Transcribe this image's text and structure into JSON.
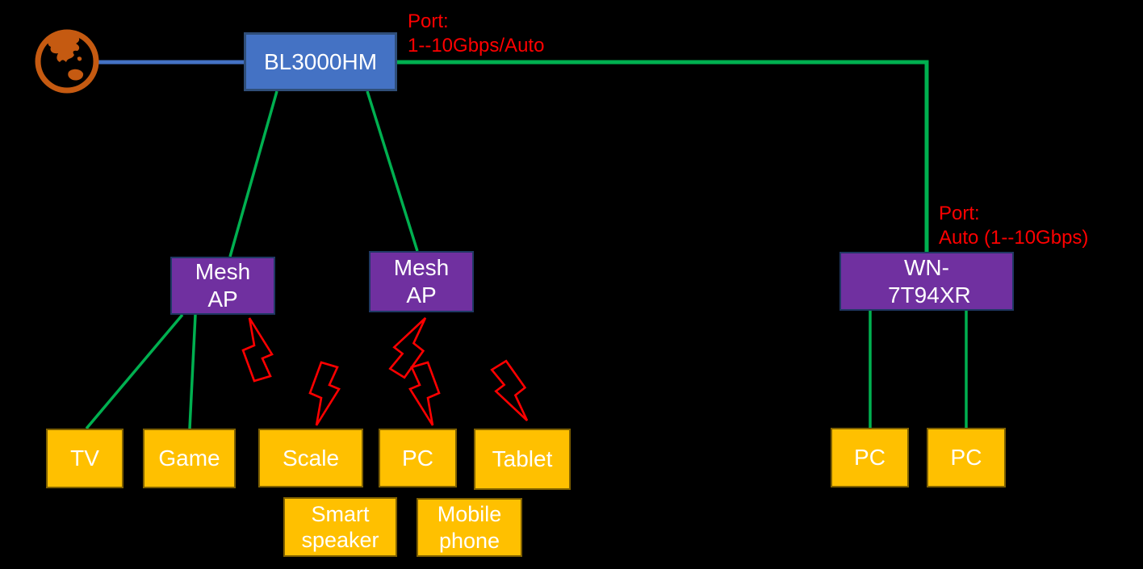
{
  "colors": {
    "background": "#000000",
    "router_fill": "#4472C4",
    "router_border": "#2F4E79",
    "ap_fill": "#7030A0",
    "ap_border": "#203864",
    "device_fill": "#FFC000",
    "device_border": "#7F6000",
    "wired_link": "#00B050",
    "wan_link": "#4472C4",
    "wireless": "#FF0000",
    "internet": "#C55A11",
    "node_text": "#FFFFFF"
  },
  "nodes": {
    "router": {
      "label": "BL3000HM"
    },
    "mesh_ap_left": {
      "label": "Mesh AP"
    },
    "mesh_ap_right": {
      "label": "Mesh AP"
    },
    "switch": {
      "label": "WN-7T94XR"
    },
    "tv": {
      "label": "TV"
    },
    "game": {
      "label": "Game"
    },
    "scale": {
      "label": "Scale"
    },
    "pc_center": {
      "label": "PC"
    },
    "tablet": {
      "label": "Tablet"
    },
    "smart_speaker": {
      "label": "Smart speaker"
    },
    "mobile_phone": {
      "label": "Mobile phone"
    },
    "pc_right_1": {
      "label": "PC"
    },
    "pc_right_2": {
      "label": "PC"
    }
  },
  "annotations": {
    "router_port": {
      "line1": "Port:",
      "line2": "1--10Gbps/Auto"
    },
    "switch_port": {
      "line1": "Port:",
      "line2": "Auto (1--10Gbps)"
    }
  },
  "icons": {
    "internet": "globe-icon",
    "wireless": "lightning-bolt-icon"
  }
}
